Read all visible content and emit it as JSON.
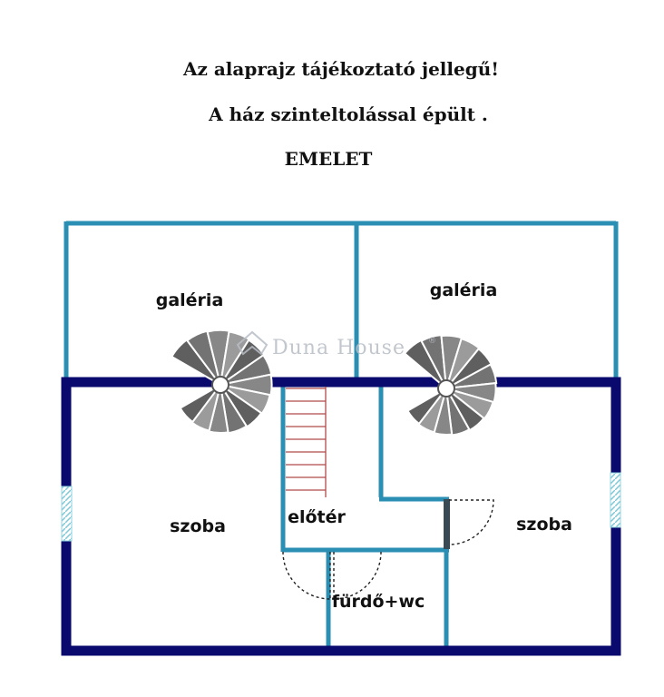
{
  "headings": {
    "line1": "Az alaprajz tájékoztató jellegű!",
    "line2": "A ház szinteltolással épült .",
    "line3": "EMELET"
  },
  "rooms": {
    "gallery_left": "galéria",
    "gallery_right": "galéria",
    "room_left": "szoba",
    "hallway": "előtér",
    "room_right": "szoba",
    "bathroom": "fürdő+wc"
  },
  "watermark": {
    "text": "Duna House",
    "mark": "®"
  },
  "colors": {
    "outer_wall": "#0a0a6e",
    "inner_wall": "#2a8fb3",
    "stair_steps": "#b24a4a",
    "window": "#8fd3e0"
  }
}
